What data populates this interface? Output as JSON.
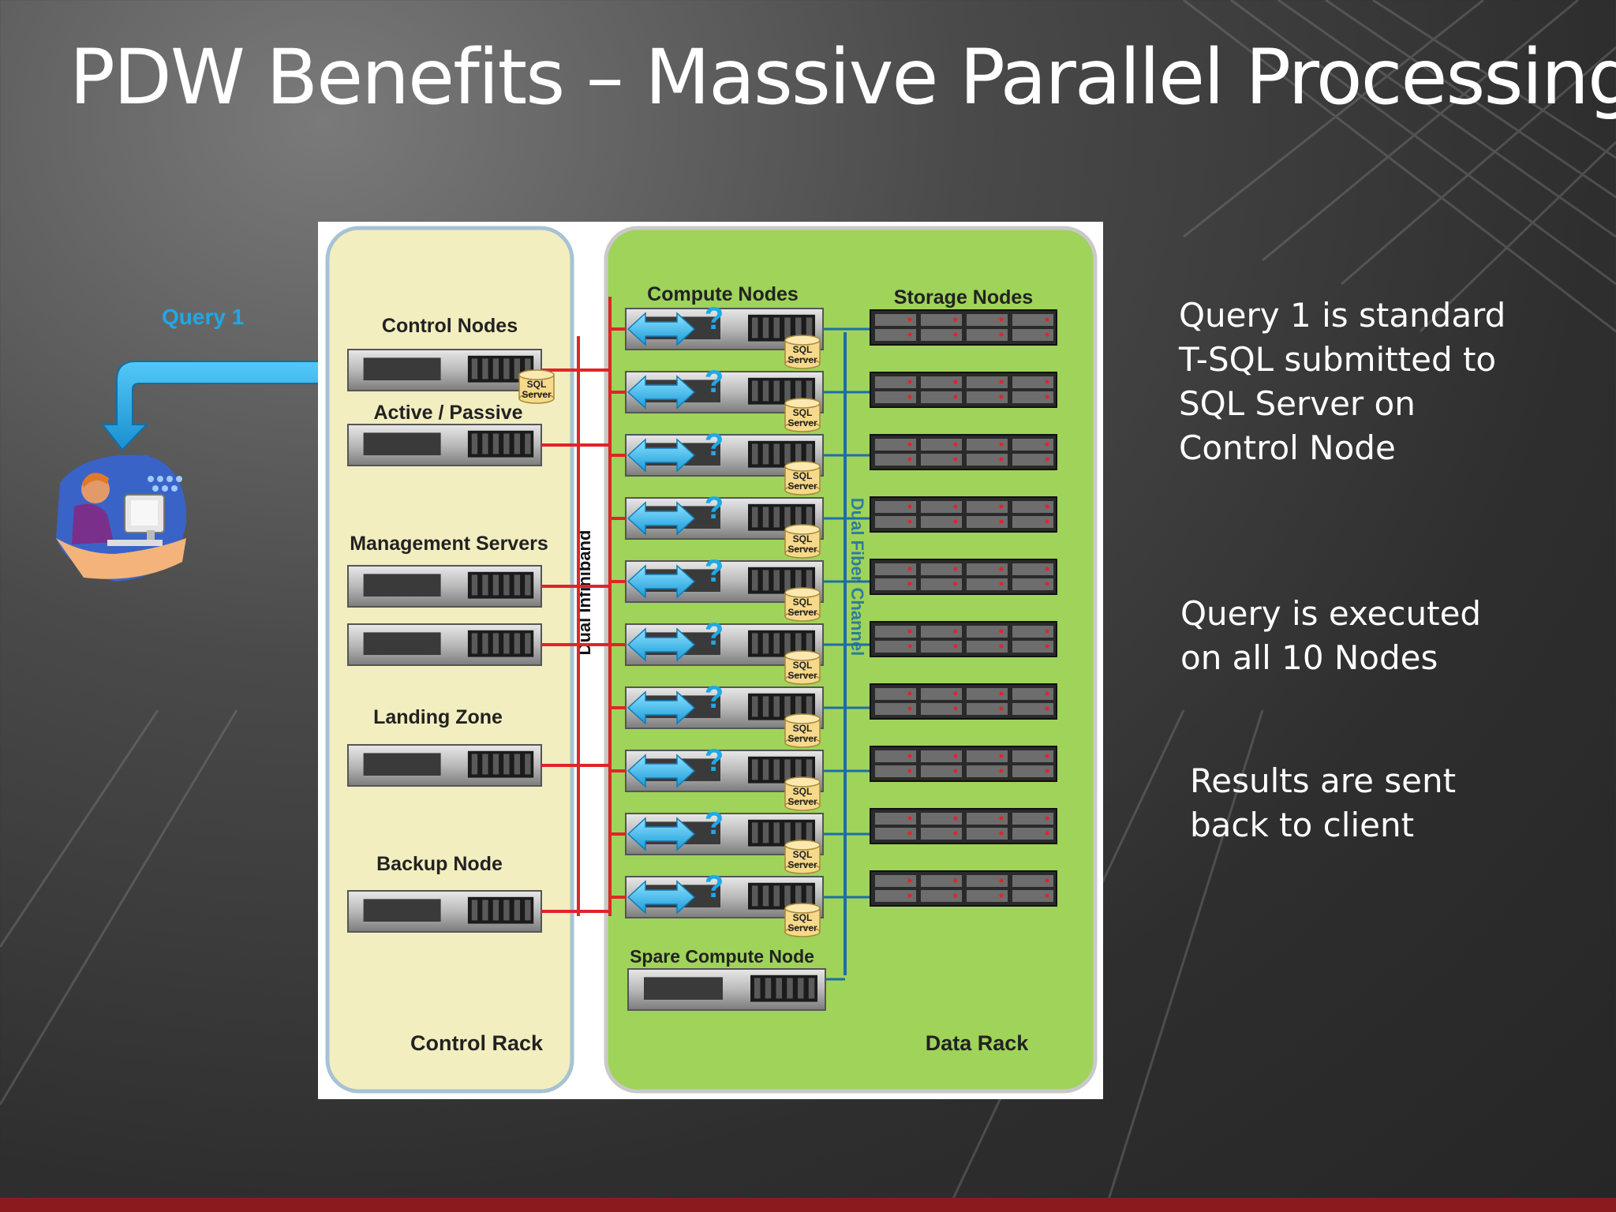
{
  "slide": {
    "title": "PDW Benefits – Massive Parallel Processing",
    "query_label": "Query 1",
    "points": [
      "Query 1 is standard T-SQL submitted to SQL Server on Control Node",
      "Query is executed on all 10 Nodes",
      "Results are sent back to client"
    ]
  },
  "diagram": {
    "control_rack": {
      "label": "Control Rack",
      "sections": [
        "Control Nodes",
        "Active / Passive",
        "Management Servers",
        "Landing Zone",
        "Backup Node"
      ]
    },
    "data_rack": {
      "label": "Data Rack",
      "compute_label": "Compute Nodes",
      "storage_label": "Storage Nodes",
      "spare_label": "Spare Compute Node"
    },
    "dual_infiniband_label": "Dual Infiniband",
    "dual_fiber_label": "Dual Fiber Channel",
    "sql_server_label": [
      "SQL",
      "Server"
    ],
    "query_mark": "?"
  },
  "colors": {
    "control_rack_fill": "#f2eebf",
    "data_rack_fill": "#9fd35a",
    "infiniband_red": "#e0242a",
    "fiber_blue": "#1d6ea5",
    "query_blue": "#1fa8e6",
    "bottom_bar": "#8b1a1f"
  }
}
